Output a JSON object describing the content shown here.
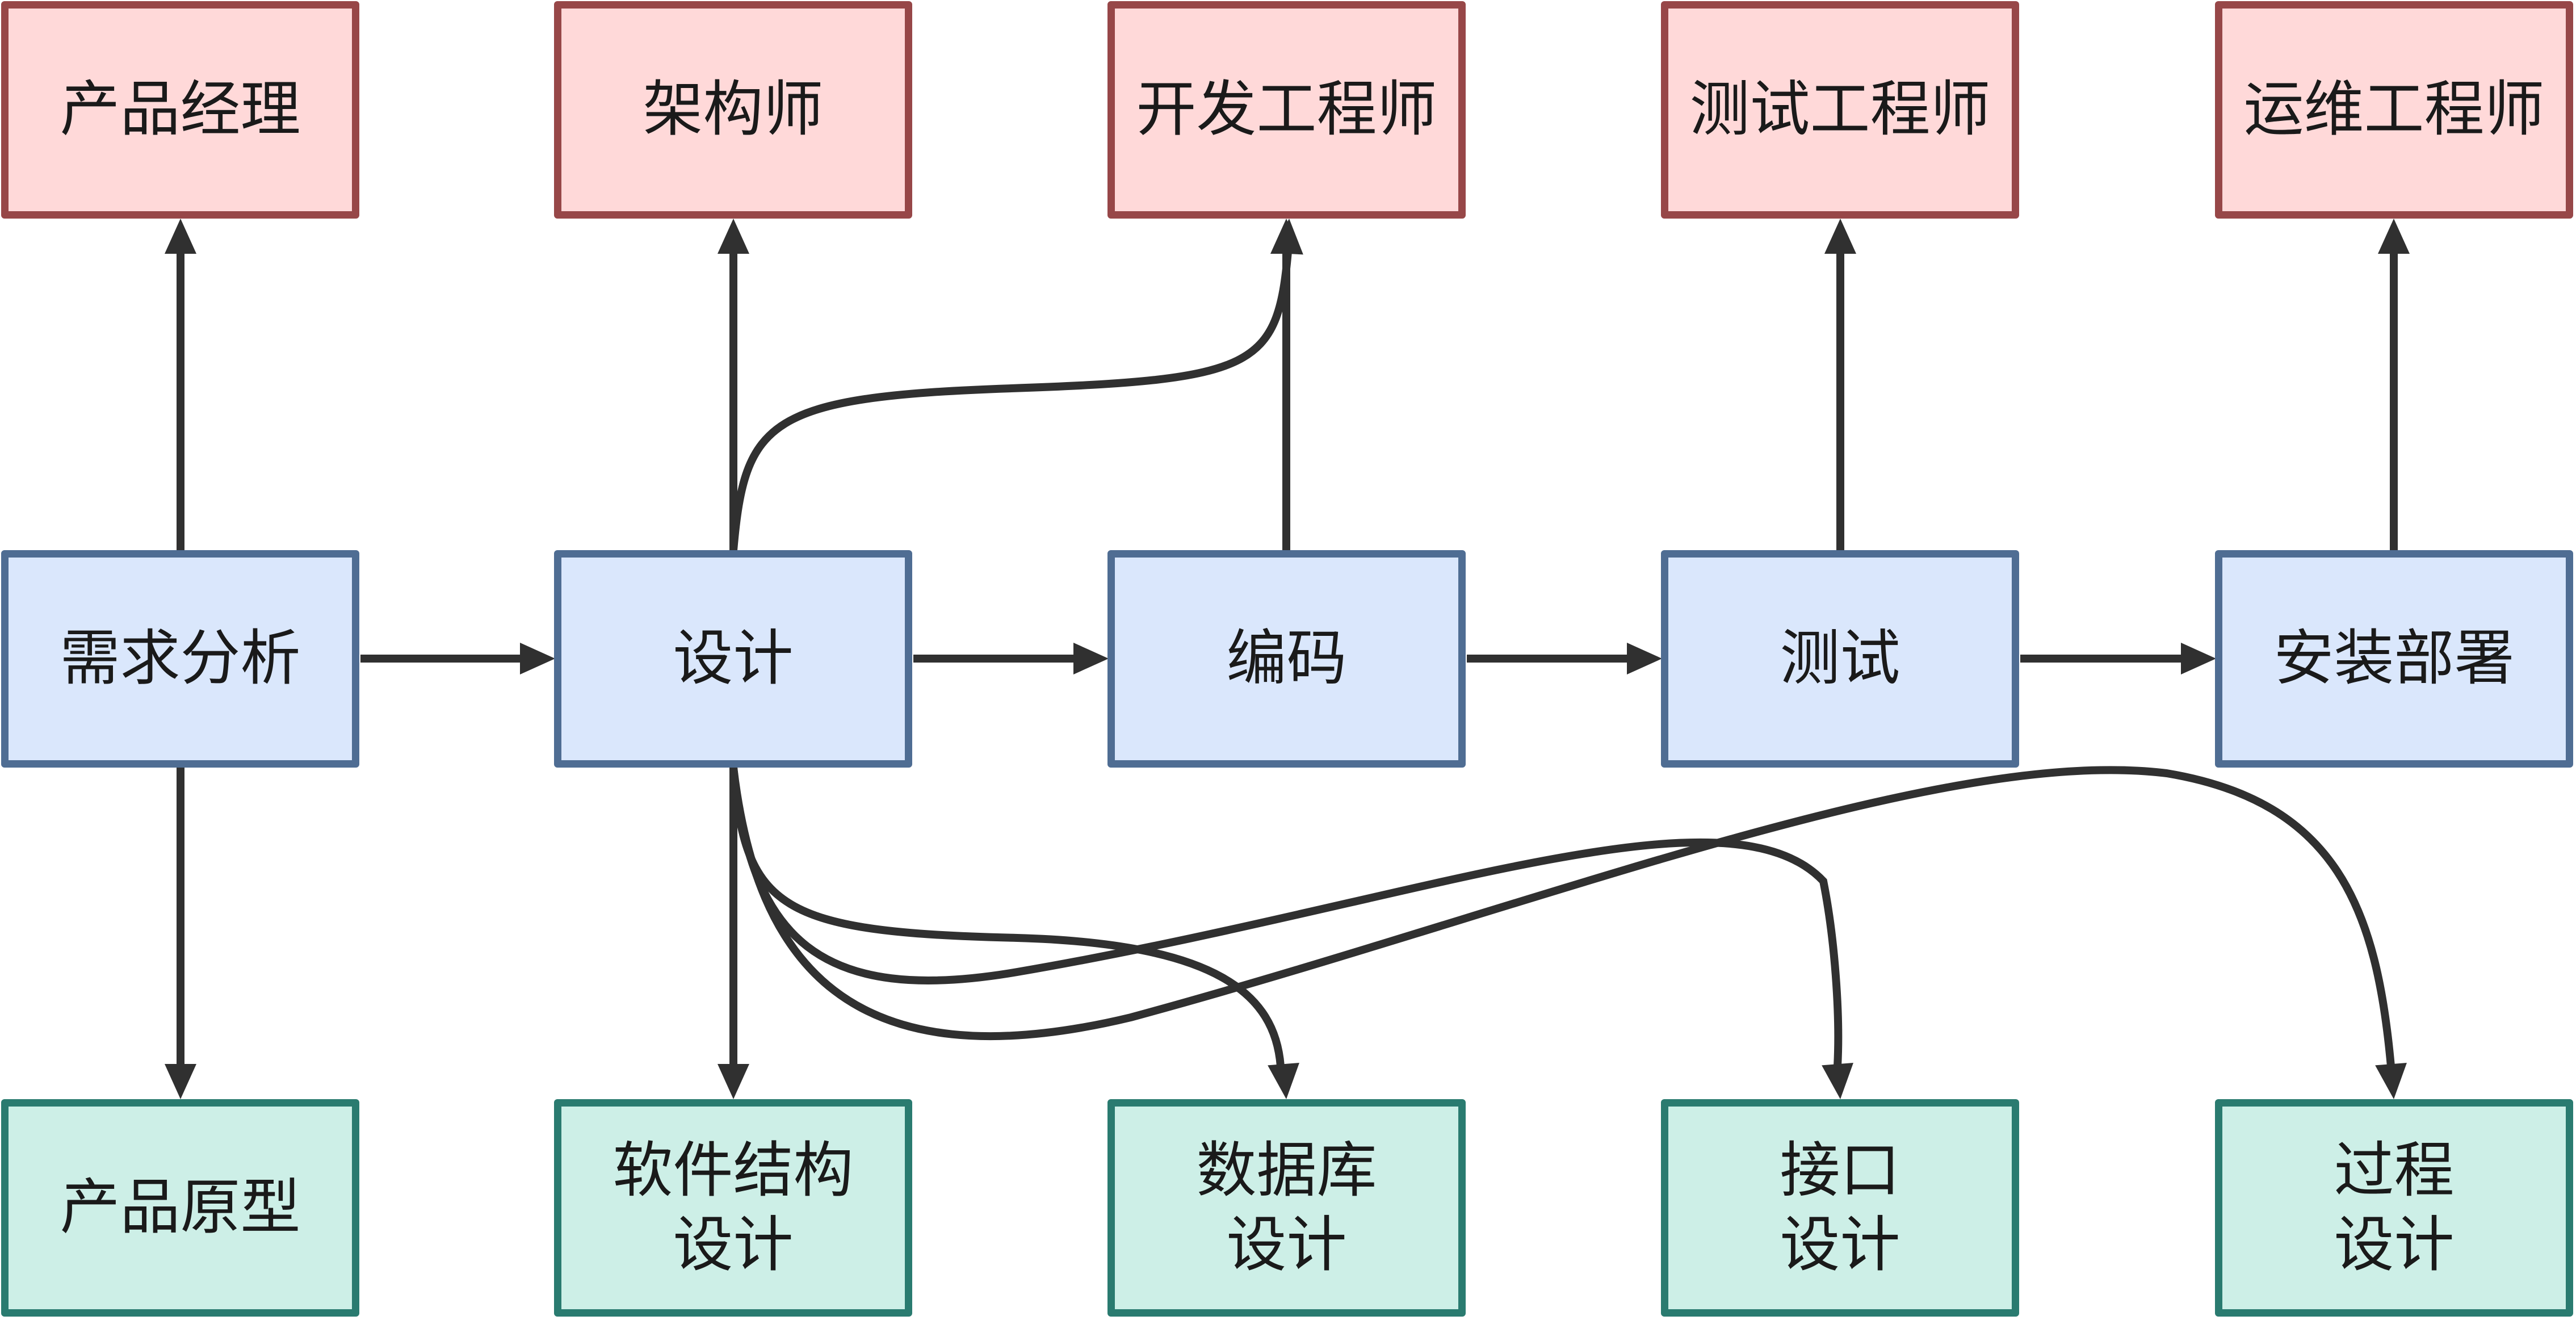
{
  "diagram": {
    "type": "flowchart",
    "colors": {
      "role_fill": "#FFD9D9",
      "role_border": "#974748",
      "phase_fill": "#DAE7FC",
      "phase_border": "#4F6D93",
      "artifact_fill": "#CDEFE7",
      "artifact_border": "#2A7B70",
      "edge": "#303030"
    },
    "roles": [
      {
        "id": "pm",
        "label": "产品经理"
      },
      {
        "id": "arch",
        "label": "架构师"
      },
      {
        "id": "dev",
        "label": "开发工程师"
      },
      {
        "id": "qa",
        "label": "测试工程师"
      },
      {
        "id": "ops",
        "label": "运维工程师"
      }
    ],
    "phases": [
      {
        "id": "req",
        "label": "需求分析"
      },
      {
        "id": "design",
        "label": "设计"
      },
      {
        "id": "code",
        "label": "编码"
      },
      {
        "id": "test",
        "label": "测试"
      },
      {
        "id": "deploy",
        "label": "安装部署"
      }
    ],
    "artifacts": [
      {
        "id": "proto",
        "label": "产品原型"
      },
      {
        "id": "arch_design",
        "label": "软件结构\n设计"
      },
      {
        "id": "db_design",
        "label": "数据库\n设计"
      },
      {
        "id": "if_design",
        "label": "接口\n设计"
      },
      {
        "id": "proc_design",
        "label": "过程\n设计"
      }
    ],
    "edges": [
      {
        "from": "req",
        "to": "design"
      },
      {
        "from": "design",
        "to": "code"
      },
      {
        "from": "code",
        "to": "test"
      },
      {
        "from": "test",
        "to": "deploy"
      },
      {
        "from": "req",
        "to": "pm"
      },
      {
        "from": "design",
        "to": "arch"
      },
      {
        "from": "design",
        "to": "dev"
      },
      {
        "from": "code",
        "to": "dev"
      },
      {
        "from": "test",
        "to": "qa"
      },
      {
        "from": "deploy",
        "to": "ops"
      },
      {
        "from": "req",
        "to": "proto"
      },
      {
        "from": "design",
        "to": "arch_design"
      },
      {
        "from": "design",
        "to": "db_design"
      },
      {
        "from": "design",
        "to": "if_design"
      },
      {
        "from": "design",
        "to": "proc_design"
      }
    ]
  }
}
